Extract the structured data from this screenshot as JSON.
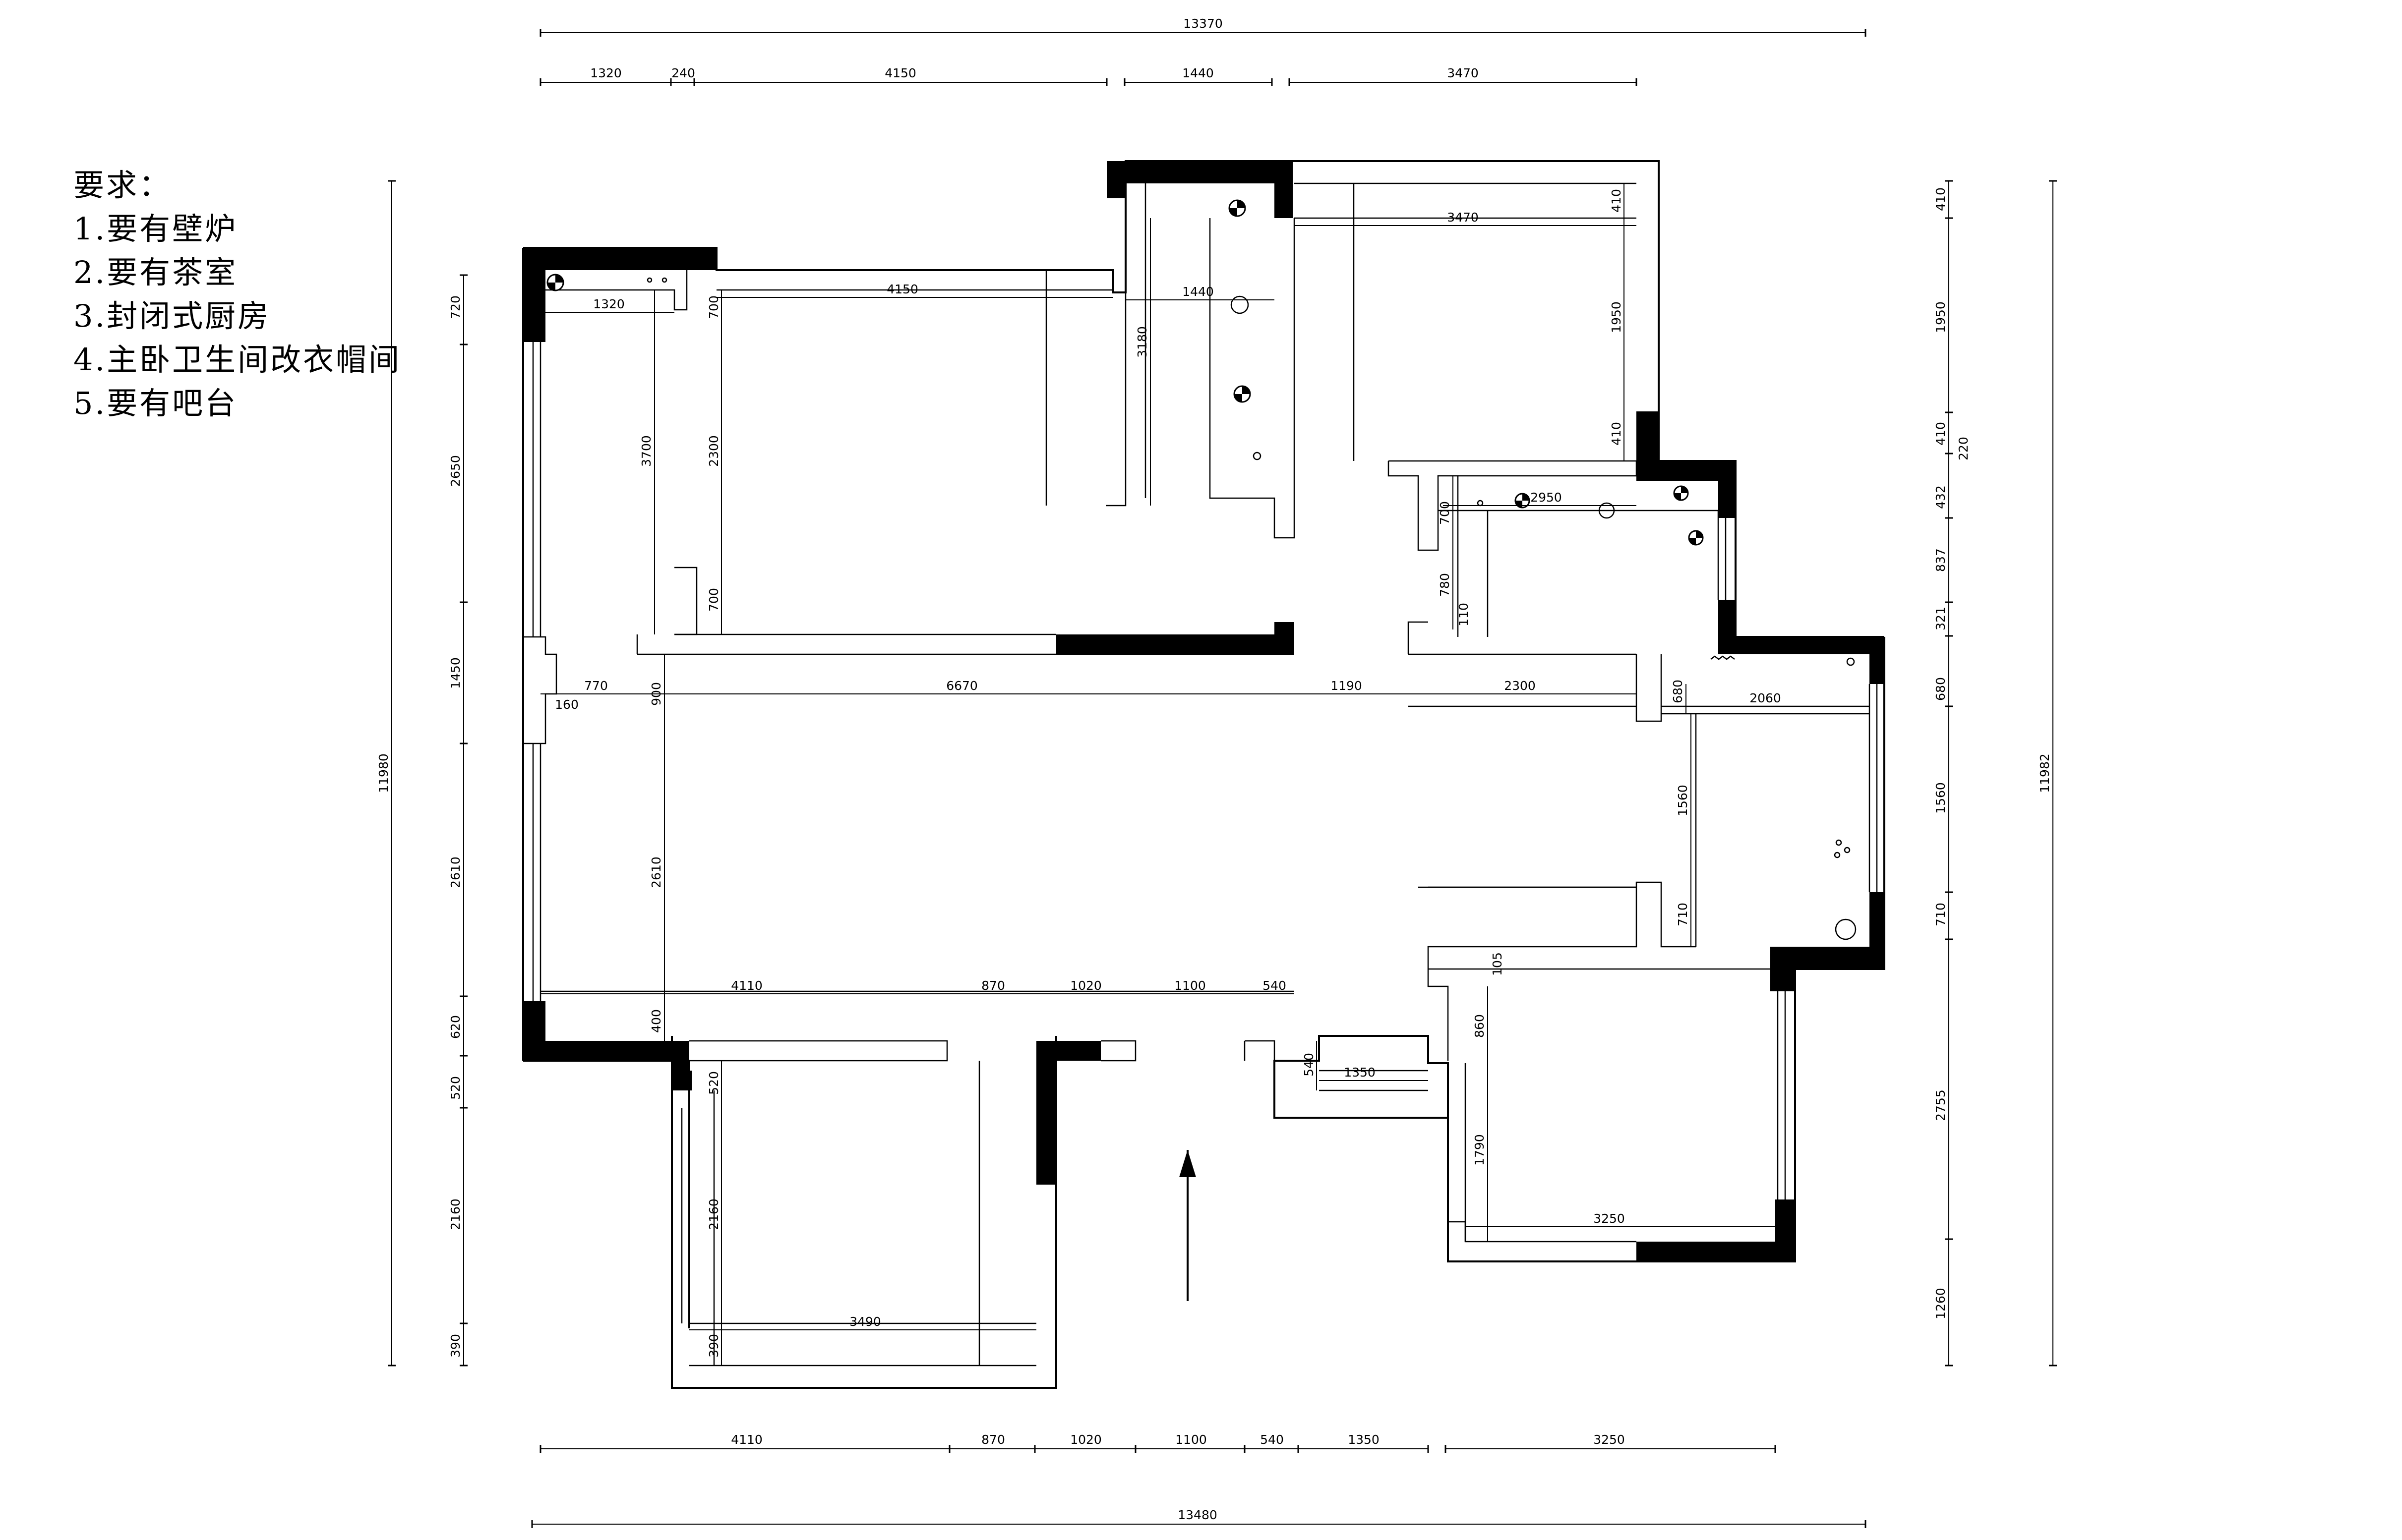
{
  "requirements": {
    "title": "要求：",
    "items": [
      "1.要有壁炉",
      "2.要有茶室",
      "3.封闭式厨房",
      "4.主卧卫生间改衣帽间",
      "5.要有吧台"
    ]
  },
  "dimensions": {
    "top_total": "13370",
    "top_segments": [
      "1320",
      "240",
      "4150",
      "1440",
      "3470"
    ],
    "bottom_segments": [
      "4110",
      "870",
      "1020",
      "1100",
      "540",
      "1350",
      "3250"
    ],
    "bottom_total": "13480",
    "left_total": "11980",
    "left_segments": [
      "720",
      "2650",
      "1450",
      "2610",
      "620",
      "520",
      "2160",
      "390"
    ],
    "right_total": "11982",
    "right_segments": [
      "410",
      "1950",
      "410",
      "220",
      "432",
      "837",
      "321",
      "680",
      "1560",
      "710",
      "2755",
      "1260"
    ],
    "inner": [
      "1320",
      "4150",
      "1440",
      "3470",
      "700",
      "3700",
      "2300",
      "700",
      "3180",
      "1950",
      "410",
      "410",
      "700",
      "2950",
      "780",
      "110",
      "770",
      "160",
      "900",
      "6670",
      "1190",
      "2300",
      "680",
      "2060",
      "1560",
      "710",
      "2610",
      "4110",
      "870",
      "1020",
      "1100",
      "540",
      "400",
      "105",
      "860",
      "520",
      "540",
      "1350",
      "1790",
      "2160",
      "3250",
      "3490",
      "390"
    ]
  }
}
